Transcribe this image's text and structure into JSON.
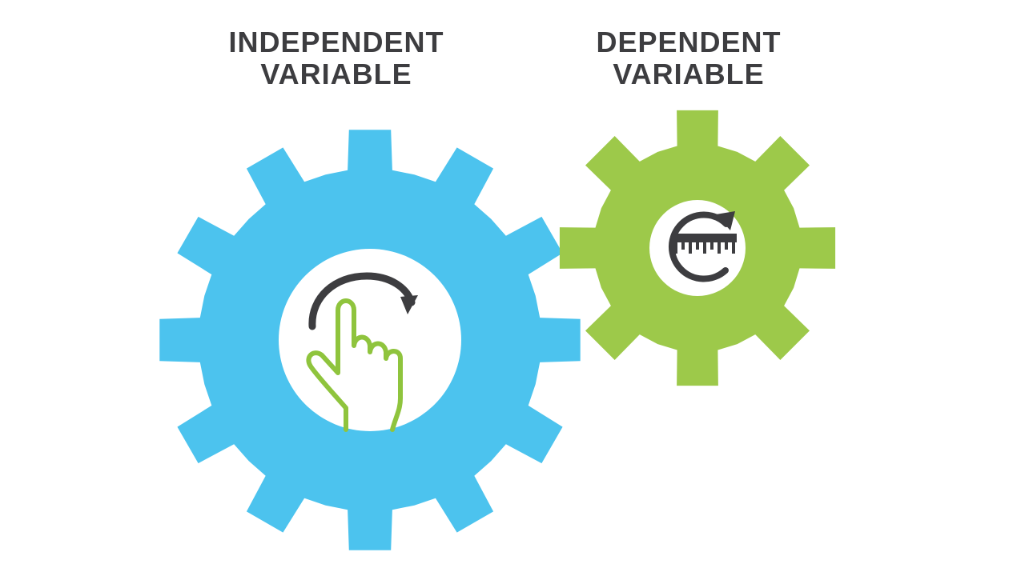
{
  "independent": {
    "title_line1": "INDEPENDENT",
    "title_line2": "VARIABLE",
    "gear_color": "#4cc3ee",
    "icon": "hand-pointer-rotate-icon"
  },
  "dependent": {
    "title_line1": "DEPENDENT",
    "title_line2": "VARIABLE",
    "gear_color": "#9dc94a",
    "icon": "ruler-refresh-icon"
  },
  "colors": {
    "text": "#3d3d40",
    "icon_dark": "#3d3d40",
    "hand": "#8fc43d",
    "background": "#ffffff"
  }
}
